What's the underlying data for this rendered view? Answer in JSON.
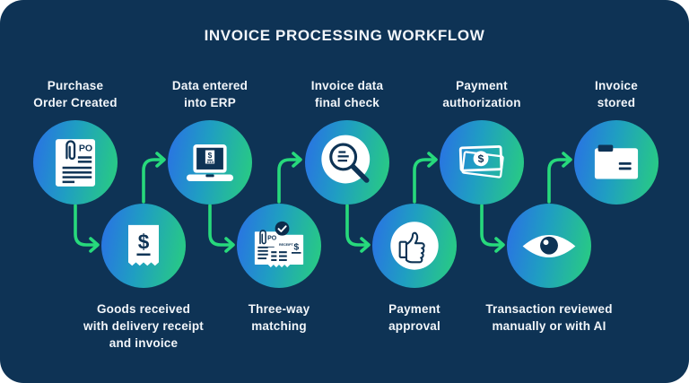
{
  "title": "INVOICE PROCESSING WORKFLOW",
  "colors": {
    "background": "#0e3355",
    "corner_outside": "#ffffff",
    "arrow_green": "#27d97c",
    "circle_gradient_start": "#2a6fe6",
    "circle_gradient_end": "#29cf7d",
    "icon_detail_navy": "#0e3355",
    "check_badge_navy": "#0c2b4b",
    "text": "#f2f6fa"
  },
  "icon_text": {
    "po": "PO",
    "dollar": "$",
    "receipt": "RECEIPT"
  },
  "steps": [
    {
      "label": "Purchase\nOrder Created",
      "row": "top",
      "icon": "po-document-icon"
    },
    {
      "label": "Goods received\nwith delivery receipt\nand invoice",
      "row": "bottom",
      "icon": "dollar-receipt-icon"
    },
    {
      "label": "Data entered\ninto ERP",
      "row": "top",
      "icon": "laptop-erp-icon"
    },
    {
      "label": "Three-way\nmatching",
      "row": "bottom",
      "icon": "three-way-matching-icon"
    },
    {
      "label": "Invoice data\nfinal check",
      "row": "top",
      "icon": "magnifier-icon"
    },
    {
      "label": "Payment\napproval",
      "row": "bottom",
      "icon": "thumbs-up-icon"
    },
    {
      "label": "Payment\nauthorization",
      "row": "top",
      "icon": "banknotes-icon"
    },
    {
      "label": "Transaction reviewed\nmanually or with AI",
      "row": "bottom",
      "icon": "eye-icon"
    },
    {
      "label": "Invoice\nstored",
      "row": "top",
      "icon": "folder-icon"
    }
  ]
}
